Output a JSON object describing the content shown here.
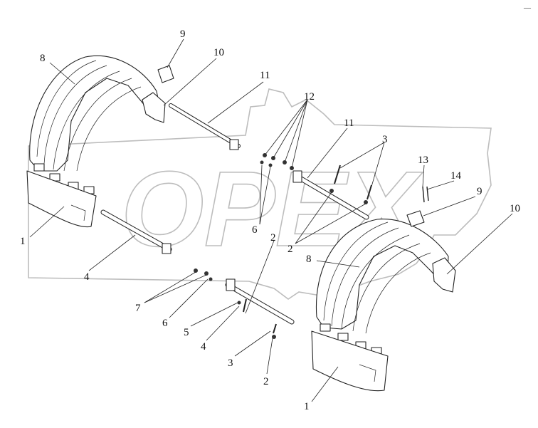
{
  "diagram": {
    "corner_mark": "—",
    "watermark_text": "OPEX",
    "callouts": [
      {
        "id": "c1a",
        "label": "1"
      },
      {
        "id": "c1b",
        "label": "1"
      },
      {
        "id": "c2a",
        "label": "2"
      },
      {
        "id": "c2b",
        "label": "2"
      },
      {
        "id": "c2c",
        "label": "2"
      },
      {
        "id": "c3a",
        "label": "3"
      },
      {
        "id": "c3b",
        "label": "3"
      },
      {
        "id": "c4a",
        "label": "4"
      },
      {
        "id": "c4b",
        "label": "4"
      },
      {
        "id": "c5",
        "label": "5"
      },
      {
        "id": "c6a",
        "label": "6"
      },
      {
        "id": "c6b",
        "label": "6"
      },
      {
        "id": "c7",
        "label": "7"
      },
      {
        "id": "c8a",
        "label": "8"
      },
      {
        "id": "c8b",
        "label": "8"
      },
      {
        "id": "c9a",
        "label": "9"
      },
      {
        "id": "c9b",
        "label": "9"
      },
      {
        "id": "c10a",
        "label": "10"
      },
      {
        "id": "c10b",
        "label": "10"
      },
      {
        "id": "c11a",
        "label": "11"
      },
      {
        "id": "c11b",
        "label": "11"
      },
      {
        "id": "c12",
        "label": "12"
      },
      {
        "id": "c13",
        "label": "13"
      },
      {
        "id": "c14",
        "label": "14"
      }
    ]
  }
}
